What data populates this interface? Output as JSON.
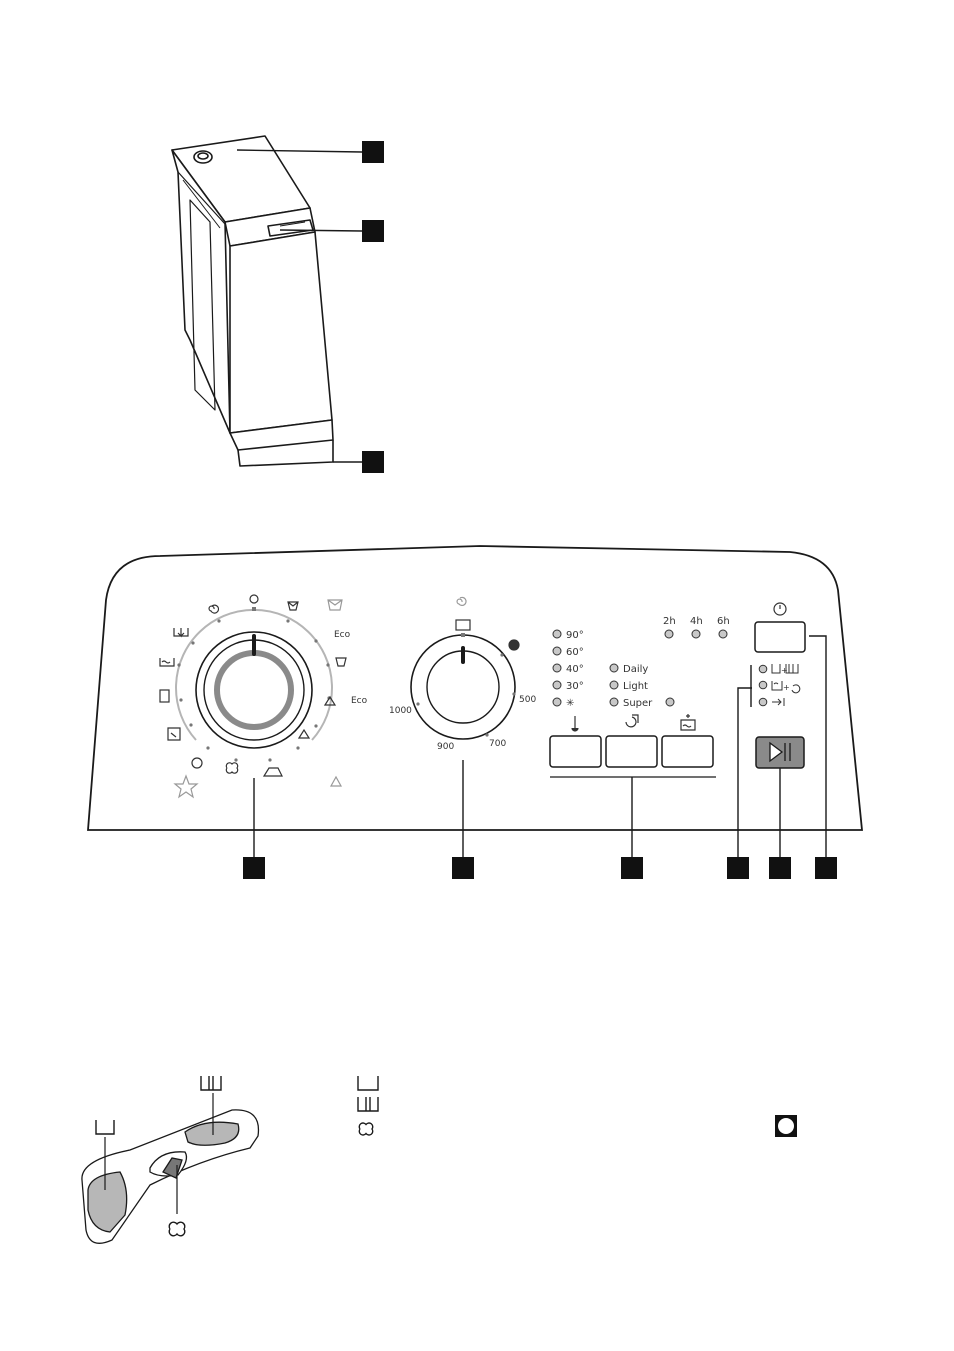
{
  "temperature_options": [
    "90°",
    "60°",
    "40°",
    "30°",
    "✳"
  ],
  "options_labels": [
    "Daily",
    "Light",
    "Super"
  ],
  "delay_options": [
    "2h",
    "4h",
    "6h"
  ],
  "spin_speeds": [
    "1000",
    "900",
    "700",
    "500"
  ],
  "eco_label_1": "Eco",
  "eco_label_2": "Eco",
  "colors": {
    "line": "#1a1a1a",
    "grey": "#9a9a9a",
    "led": "#bdbdbd",
    "start_button": "#8a8a8a"
  }
}
